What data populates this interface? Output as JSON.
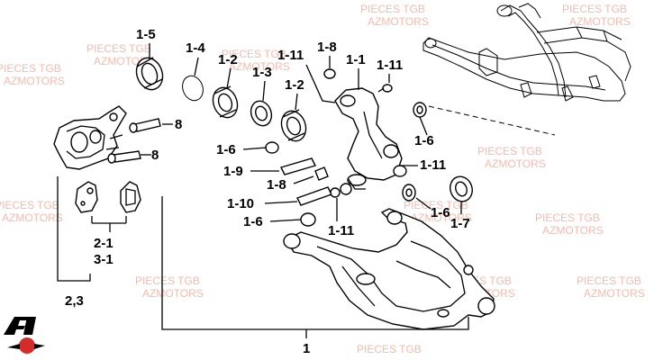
{
  "labels": {
    "l_1_5": "1-5",
    "l_1_4": "1-4",
    "l_1_2a": "1-2",
    "l_1_3": "1-3",
    "l_1_2b": "1-2",
    "l_1_11a": "1-11",
    "l_1_8a": "1-8",
    "l_1_1": "1-1",
    "l_1_11b": "1-11",
    "l_8a": "8",
    "l_8b": "8",
    "l_1_6a": "1-6",
    "l_1_6b": "1-6",
    "l_1_9": "1-9",
    "l_1_11c": "1-11",
    "l_1_8b": "1-8",
    "l_1_10": "1-10",
    "l_1_6c": "1-6",
    "l_1_6d": "1-6",
    "l_1_7": "1-7",
    "l_1_11d": "1-11",
    "l_2_1": "2-1",
    "l_3_1": "3-1",
    "l_2_3": "2,3",
    "l_1": "1"
  },
  "watermark": {
    "line1": "PIECES TGB",
    "line2": "AZMOTORS"
  },
  "colors": {
    "watermark": "#f4b3a3",
    "logo_red": "#d42b2b",
    "ink": "#000000"
  },
  "icons": {
    "logo": "azmotors-logo-icon"
  }
}
